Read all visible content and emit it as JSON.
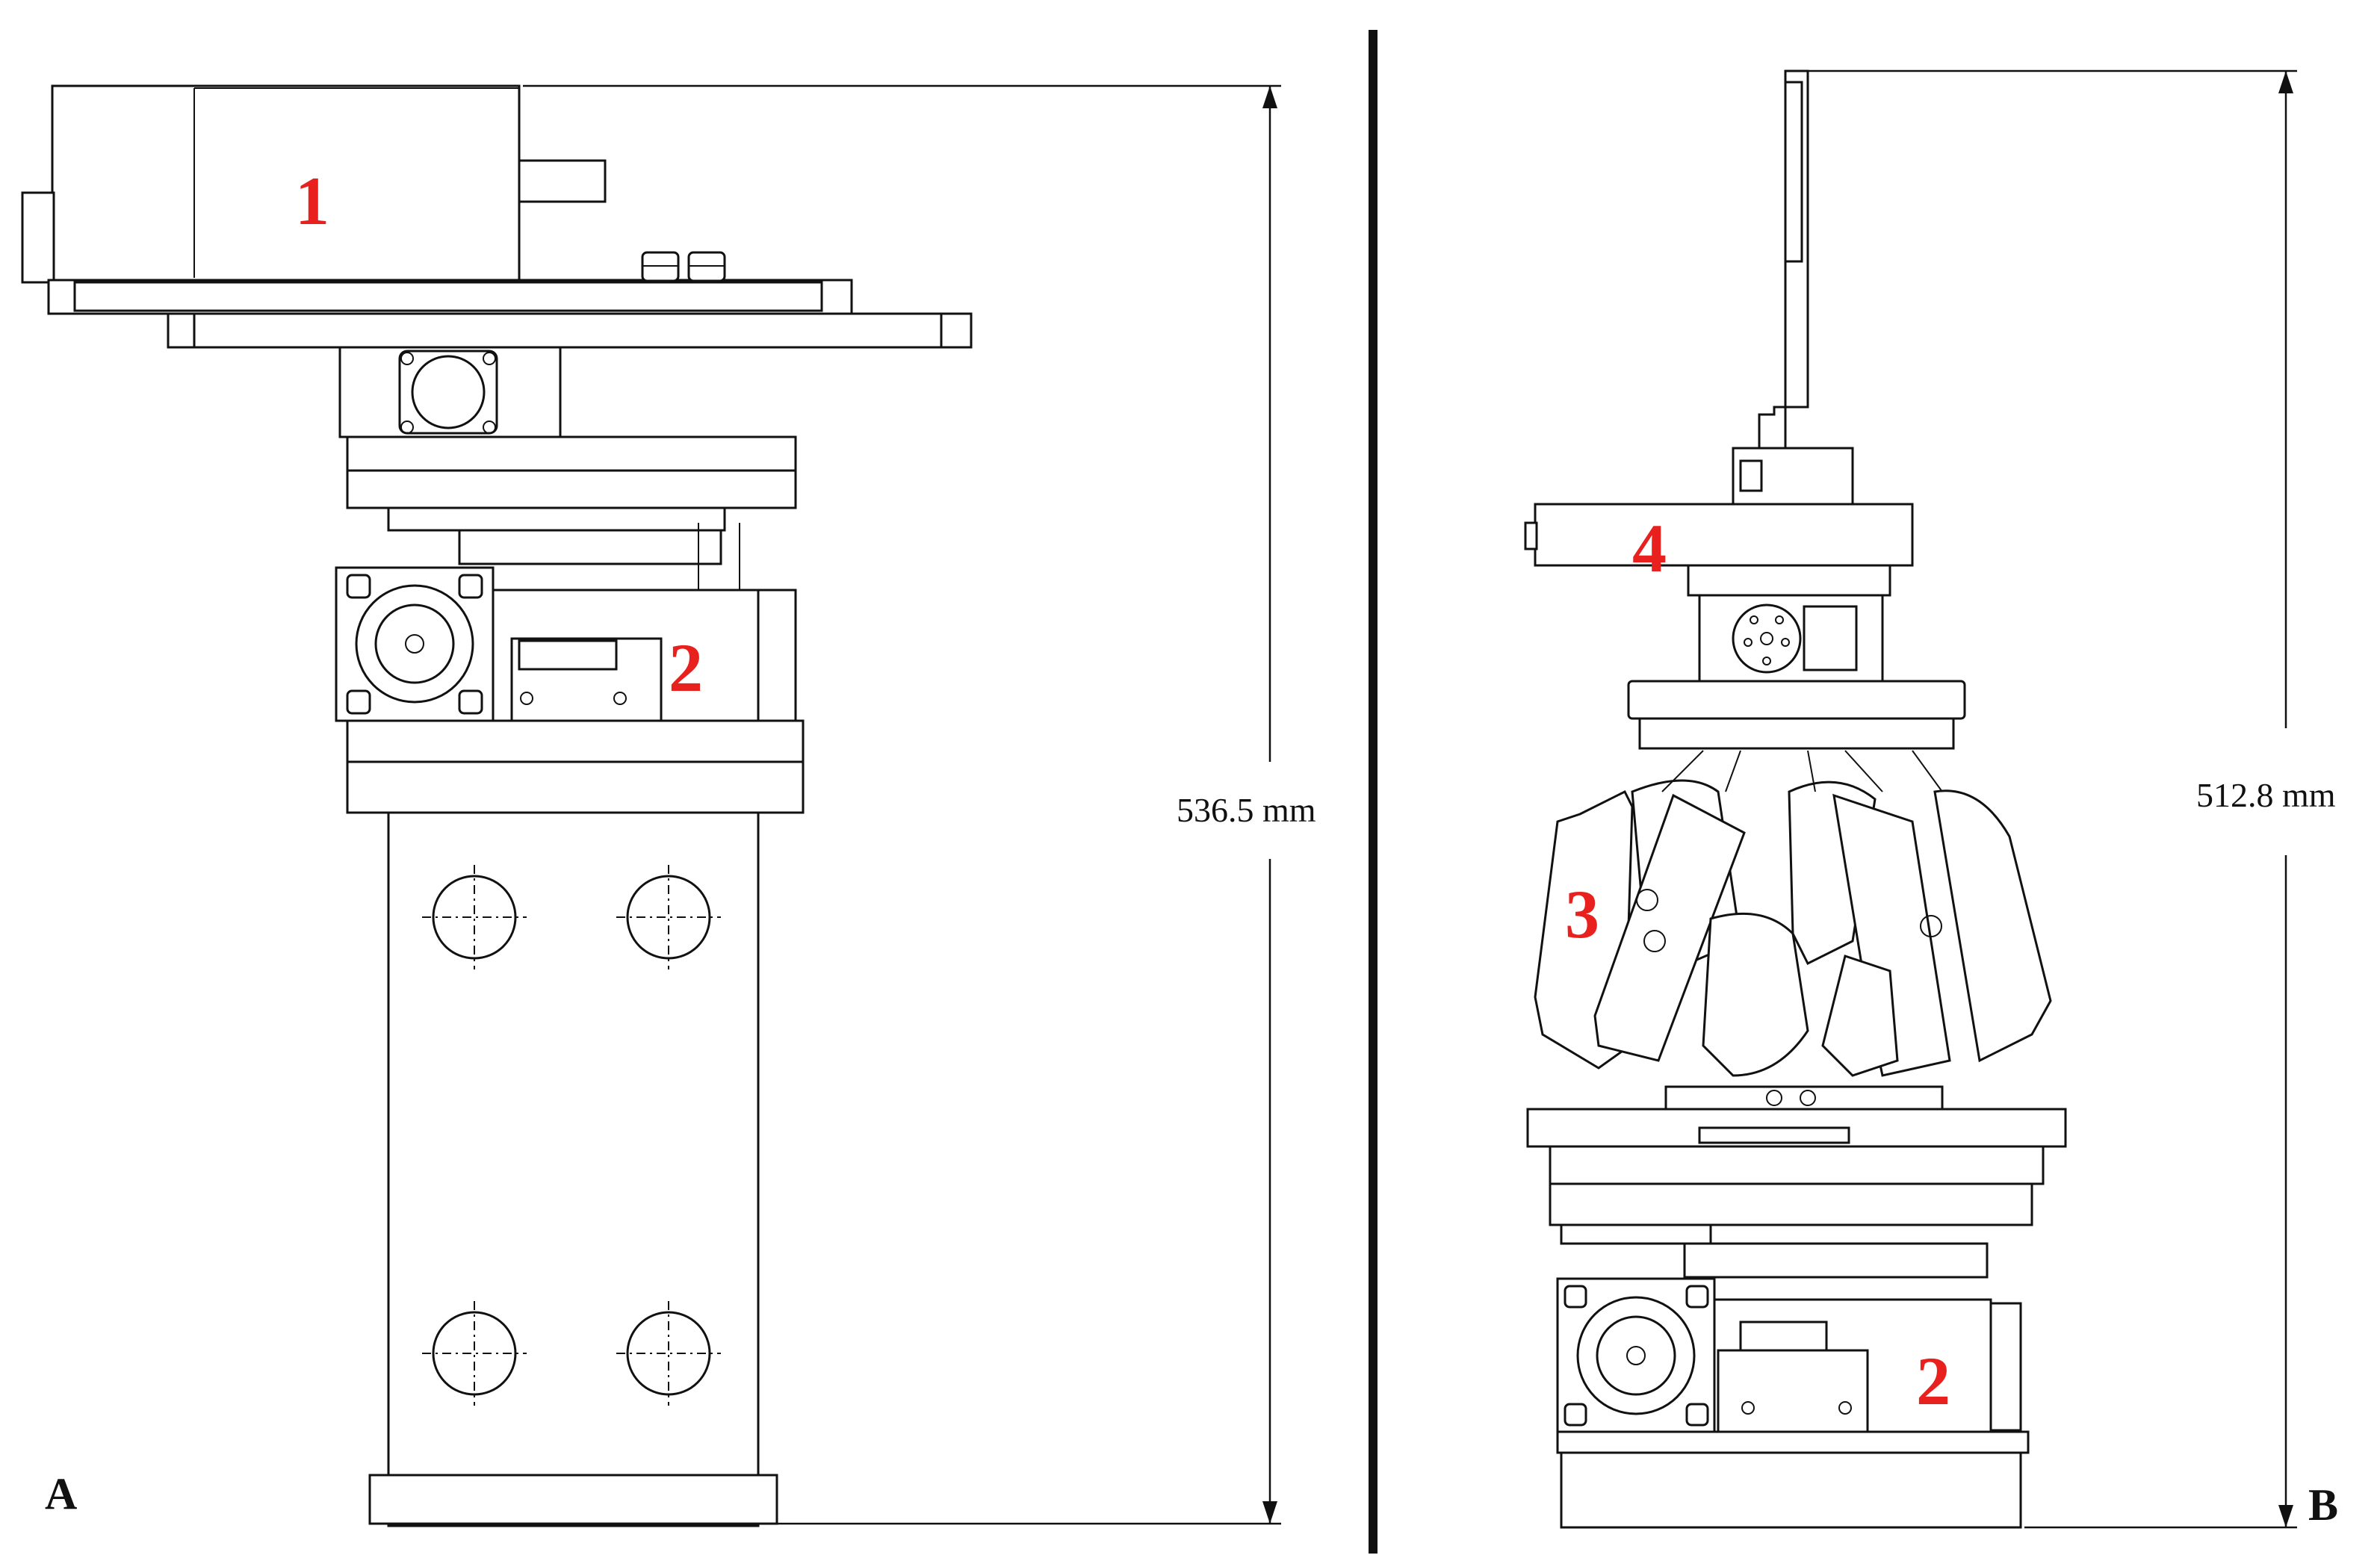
{
  "panels": [
    {
      "id": "A",
      "label": "A",
      "dimension": "536.5 mm",
      "callouts": [
        "1",
        "2"
      ]
    },
    {
      "id": "B",
      "label": "B",
      "dimension": "512.8 mm",
      "callouts": [
        "4",
        "3",
        "2"
      ]
    }
  ],
  "colors": {
    "line": "#111111",
    "callout": "#e8201e",
    "background": "#ffffff"
  }
}
